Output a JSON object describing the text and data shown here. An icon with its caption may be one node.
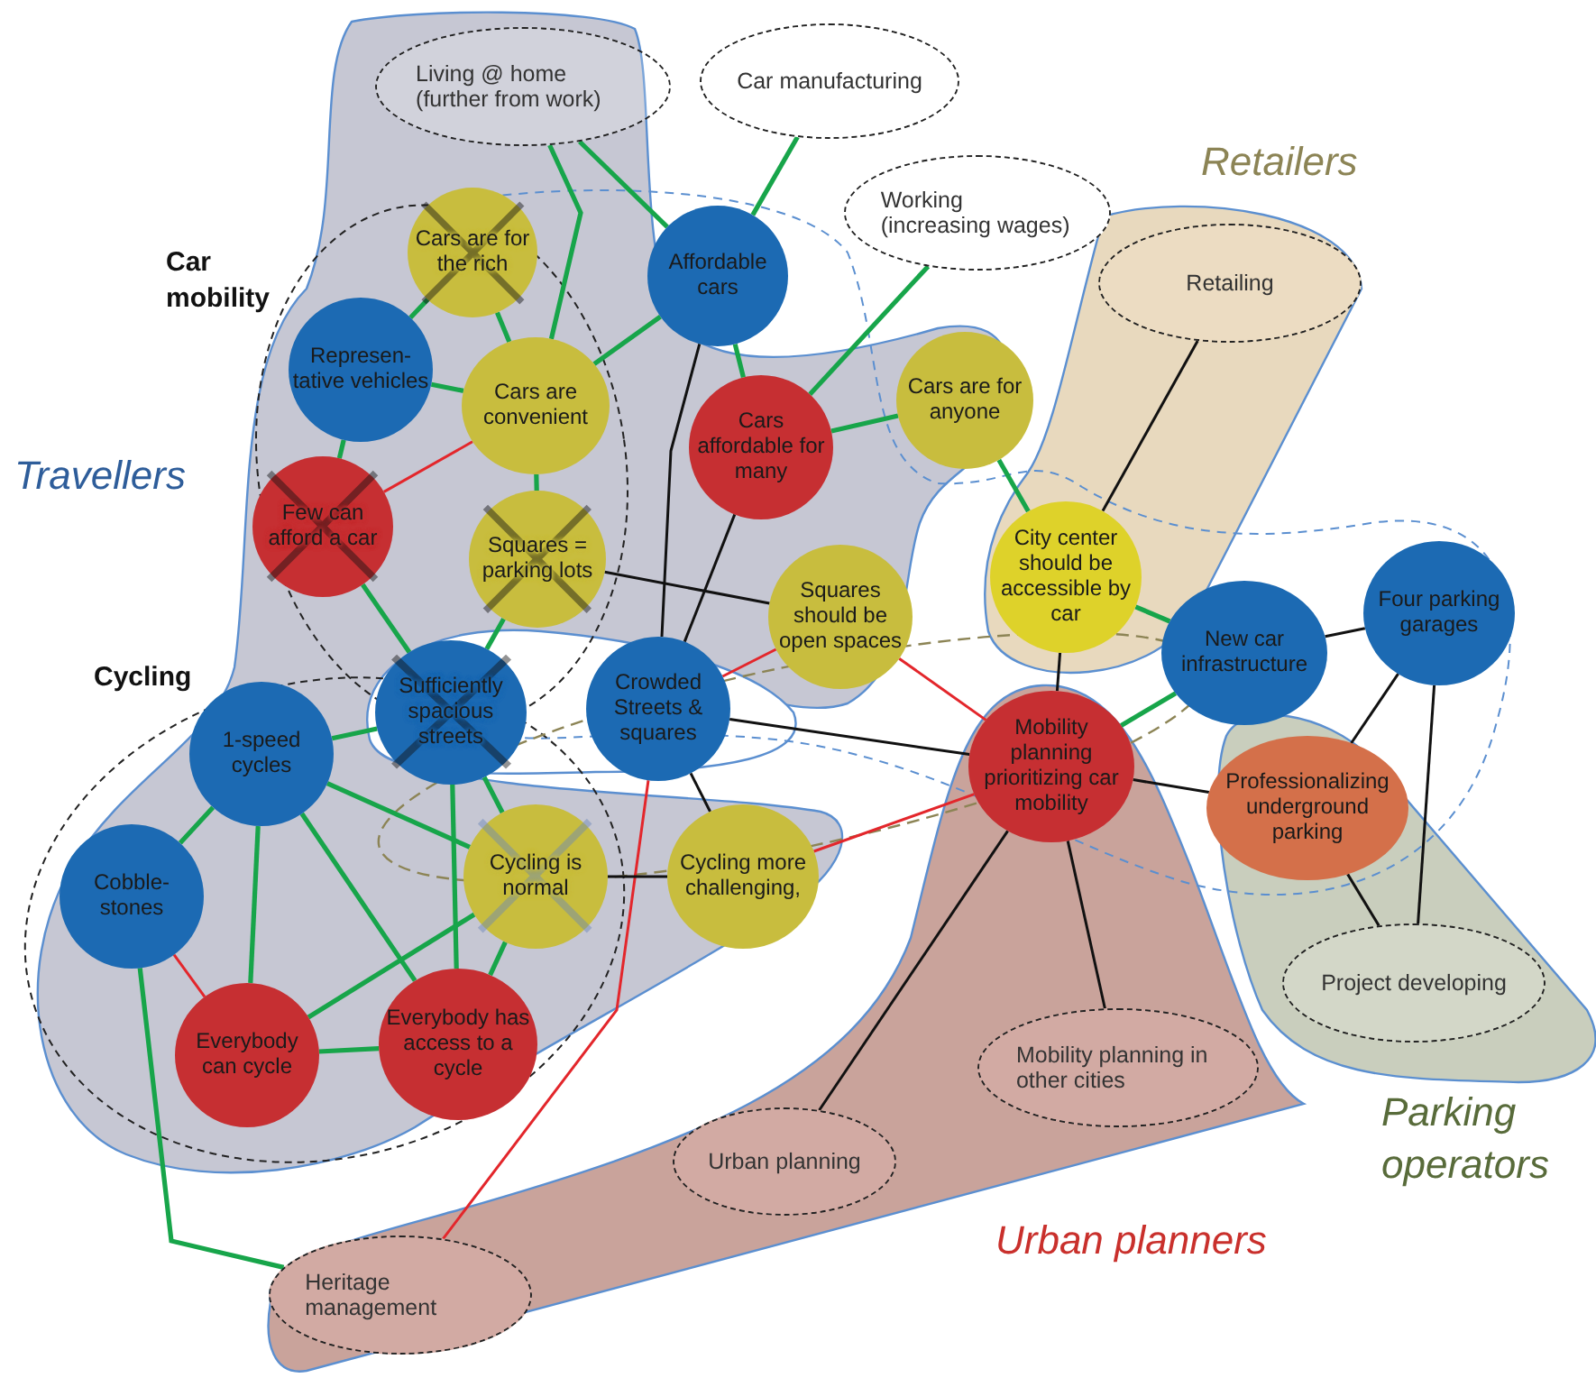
{
  "diagram": {
    "nodes": [
      {
        "text": [
          "Living @ home (further from work)"
        ]
      },
      {
        "text": [
          "Car manufacturing"
        ]
      },
      {
        "text": [
          "Working (increasing wages)"
        ]
      },
      {
        "text": [
          "Retailing"
        ]
      },
      {
        "text": [
          "Cars are for the rich"
        ]
      },
      {
        "text": [
          "Affordable cars"
        ]
      },
      {
        "text": [
          "Represen-tative vehicles"
        ]
      },
      {
        "text": [
          "Cars are convenient"
        ]
      },
      {
        "text": [
          "Cars affordable for many"
        ]
      },
      {
        "text": [
          "Cars are for anyone"
        ]
      },
      {
        "text": [
          "Few can afford a car"
        ]
      },
      {
        "text": [
          "Squares = parking lots"
        ]
      },
      {
        "text": [
          "Squares should be open spaces"
        ]
      },
      {
        "text": [
          "City center should be accessible by car"
        ]
      },
      {
        "text": [
          "New car infrastructure"
        ]
      },
      {
        "text": [
          "Four parking garages"
        ]
      },
      {
        "text": [
          "Sufficiently spacious streets"
        ]
      },
      {
        "text": [
          "Crowded Streets & squares"
        ]
      },
      {
        "text": [
          "1-speed cycles"
        ]
      },
      {
        "text": [
          "Mobility planning prioritizing car mobility"
        ]
      },
      {
        "text": [
          "Professionalizing underground parking"
        ]
      },
      {
        "text": [
          "Cobble-stones"
        ]
      },
      {
        "text": [
          "Cycling is normal"
        ]
      },
      {
        "text": [
          "Cycling more challenging,"
        ]
      },
      {
        "text": [
          "Everybody can cycle"
        ]
      },
      {
        "text": [
          "Everybody has access to a cycle"
        ]
      },
      {
        "text": [
          "Project developing"
        ]
      },
      {
        "text": [
          "Mobility planning in other cities"
        ]
      },
      {
        "text": [
          "Urban planning"
        ]
      },
      {
        "text": [
          "Heritage management"
        ]
      }
    ],
    "edges": [
      {
        "from": 0,
        "to": 7,
        "arrow": "none"
      },
      {
        "from": 0,
        "to": 5,
        "arrow": "none"
      },
      {
        "from": 1,
        "to": 5,
        "arrow": "none"
      },
      {
        "from": 2,
        "to": 8,
        "arrow": "none"
      },
      {
        "from": 4,
        "to": 6,
        "arrow": "none"
      },
      {
        "from": 4,
        "to": 7,
        "arrow": "none"
      },
      {
        "from": 6,
        "to": 7,
        "arrow": "none"
      },
      {
        "from": 6,
        "to": 10,
        "arrow": "none"
      },
      {
        "from": 7,
        "to": 10,
        "arrow": "none",
        "color": "#e3262b"
      },
      {
        "from": 7,
        "to": 5,
        "arrow": "none"
      },
      {
        "from": 7,
        "to": 11,
        "arrow": "none"
      },
      {
        "from": 5,
        "to": 8,
        "arrow": "none"
      },
      {
        "from": 8,
        "to": 9,
        "arrow": "none"
      },
      {
        "from": 5,
        "to": 17,
        "arrow": "none",
        "color": "#111111"
      },
      {
        "from": 8,
        "to": 17,
        "arrow": "none",
        "color": "#111111"
      },
      {
        "from": 11,
        "to": 12,
        "arrow": "none",
        "color": "#111111"
      },
      {
        "from": 11,
        "to": 16,
        "arrow": "none"
      },
      {
        "from": 10,
        "to": 16,
        "arrow": "none"
      },
      {
        "from": 9,
        "to": 13,
        "arrow": "none"
      },
      {
        "from": 3,
        "to": 13,
        "arrow": "none",
        "color": "#111111"
      },
      {
        "from": 13,
        "to": 14,
        "arrow": "none"
      },
      {
        "from": 14,
        "to": 15,
        "arrow": "none",
        "color": "#111111"
      },
      {
        "from": 13,
        "to": 19,
        "arrow": "none",
        "color": "#111111"
      },
      {
        "from": 12,
        "to": 19,
        "arrow": "none",
        "color": "#e3262b"
      },
      {
        "from": 17,
        "to": 19,
        "arrow": "none",
        "color": "#111111"
      },
      {
        "from": 17,
        "to": 12,
        "arrow": "none",
        "color": "#e3262b"
      },
      {
        "from": 17,
        "to": 23,
        "arrow": "none",
        "color": "#111111"
      },
      {
        "from": 17,
        "to": 29,
        "arrow": "none",
        "color": "#e3262b"
      },
      {
        "from": 14,
        "to": 19,
        "arrow": "none"
      },
      {
        "from": 19,
        "to": 20,
        "arrow": "none",
        "color": "#111111"
      },
      {
        "from": 19,
        "to": 23,
        "arrow": "none",
        "color": "#e3262b"
      },
      {
        "from": 19,
        "to": 27,
        "arrow": "none",
        "color": "#111111"
      },
      {
        "from": 19,
        "to": 28,
        "arrow": "none",
        "color": "#111111"
      },
      {
        "from": 15,
        "to": 20,
        "arrow": "none",
        "color": "#111111"
      },
      {
        "from": 15,
        "to": 26,
        "arrow": "none",
        "color": "#111111"
      },
      {
        "from": 20,
        "to": 26,
        "arrow": "none",
        "color": "#111111"
      },
      {
        "from": 16,
        "to": 18,
        "arrow": "none"
      },
      {
        "from": 16,
        "to": 22,
        "arrow": "none"
      },
      {
        "from": 16,
        "to": 25,
        "arrow": "none"
      },
      {
        "from": 18,
        "to": 21,
        "arrow": "none"
      },
      {
        "from": 18,
        "to": 24,
        "arrow": "none"
      },
      {
        "from": 18,
        "to": 22,
        "arrow": "none"
      },
      {
        "from": 18,
        "to": 25,
        "arrow": "none"
      },
      {
        "from": 22,
        "to": 24,
        "arrow": "none"
      },
      {
        "from": 22,
        "to": 25,
        "arrow": "none"
      },
      {
        "from": 22,
        "to": 23,
        "arrow": "none",
        "color": "#111111"
      },
      {
        "from": 21,
        "to": 24,
        "arrow": "none",
        "color": "#e3262b"
      },
      {
        "from": 21,
        "to": 29,
        "arrow": "none"
      },
      {
        "from": 24,
        "to": 25,
        "arrow": "none"
      }
    ],
    "labels": [
      "Retailers",
      "Car mobility",
      "Travellers",
      "Cycling",
      "Urban planners",
      "Parking operators"
    ]
  }
}
